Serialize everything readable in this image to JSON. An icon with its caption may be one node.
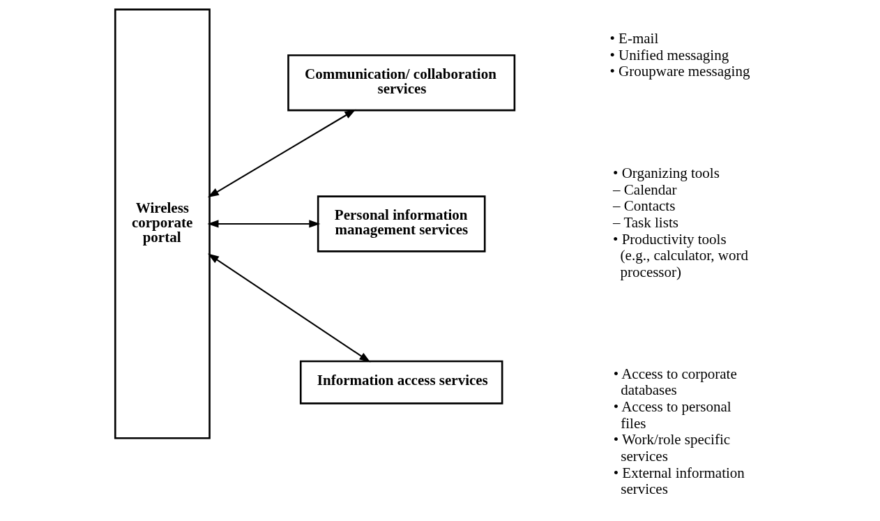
{
  "diagram": {
    "nodes": [
      {
        "text": [
          "Wireless corporate portal"
        ]
      },
      {
        "text": [
          "Communication/ collaboration services"
        ],
        "beside": [
          "• E-mail",
          "• Unified messaging",
          "• Groupware messaging"
        ]
      },
      {
        "text": [
          "Personal information management services"
        ],
        "beside": [
          "• Organizing tools",
          "– Calendar",
          "– Contacts",
          "– Task lists",
          "• Productivity tools (e.g., calculator, word processor)"
        ]
      },
      {
        "text": [
          "Information access services"
        ],
        "beside": [
          "• Access to corporate databases",
          "• Access to personal files",
          "• Work/role specific services",
          "• External information services"
        ]
      }
    ],
    "edges": [
      {
        "from": 0,
        "to": 1,
        "arrow": "both"
      },
      {
        "from": 0,
        "to": 2,
        "arrow": "both"
      },
      {
        "from": 0,
        "to": 3,
        "arrow": "both"
      }
    ]
  }
}
